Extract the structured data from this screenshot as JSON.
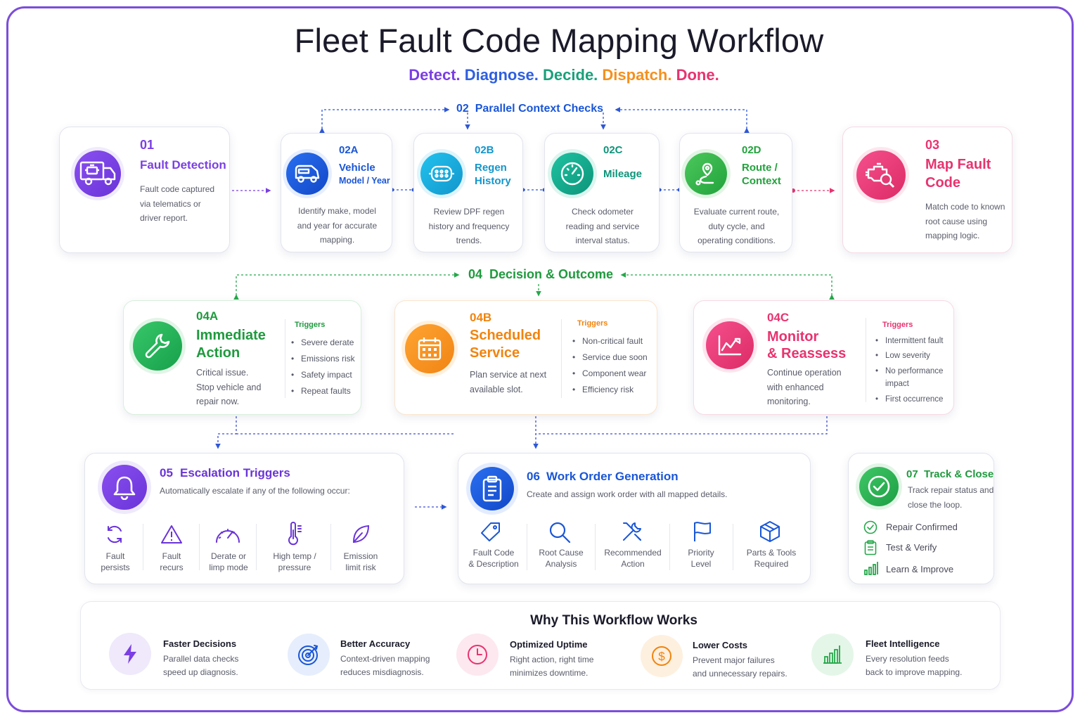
{
  "title": "Fleet Fault Code Mapping Workflow",
  "tagline": {
    "detect": "Detect.",
    "diagnose": "Diagnose.",
    "decide": "Decide.",
    "dispatch": "Dispatch.",
    "done": "Done."
  },
  "colors": {
    "frame": "#7c4ddb",
    "purple": "#7b3fe4",
    "blue": "#1a56d6",
    "cyan": "#16a4d8",
    "teal": "#12a38a",
    "green": "#25a84a",
    "orange": "#f5901e",
    "pink": "#e8336f"
  },
  "step01": {
    "num": "01",
    "title": "Fault Detection",
    "desc": [
      "Fault code captured",
      "via telematics or",
      "driver report."
    ],
    "icon": "truck-engine-icon"
  },
  "parallel": {
    "label": "02  Parallel Context Checks"
  },
  "step02a": {
    "num": "02A",
    "title1": "Vehicle",
    "title2": "Model / Year",
    "desc": [
      "Identify make, model",
      "and year for accurate",
      "mapping."
    ],
    "icon": "vehicle-icon"
  },
  "step02b": {
    "num": "02B",
    "title1": "Regen",
    "title2": "History",
    "desc": [
      "Review DPF regen",
      "history and frequency",
      "trends."
    ],
    "icon": "dpf-filter-icon"
  },
  "step02c": {
    "num": "02C",
    "title": "Mileage",
    "desc": [
      "Check odometer",
      "reading and service",
      "interval status."
    ],
    "icon": "gauge-icon"
  },
  "step02d": {
    "num": "02D",
    "title1": "Route /",
    "title2": "Context",
    "desc": [
      "Evaluate current route,",
      "duty cycle, and",
      "operating conditions."
    ],
    "icon": "route-pin-icon"
  },
  "step03": {
    "num": "03",
    "title1": "Map Fault",
    "title2": "Code",
    "desc": [
      "Match code to known",
      "root cause using",
      "mapping logic."
    ],
    "icon": "engine-search-icon"
  },
  "decision": {
    "label": "04  Decision & Outcome"
  },
  "step04a": {
    "num": "04A",
    "title1": "Immediate",
    "title2": "Action",
    "desc": [
      "Critical issue.",
      "Stop vehicle and",
      "repair now."
    ],
    "triggers_label": "Triggers",
    "triggers": [
      "Severe derate",
      "Emissions risk",
      "Safety impact",
      "Repeat faults"
    ],
    "icon": "wrench-icon"
  },
  "step04b": {
    "num": "04B",
    "title1": "Scheduled",
    "title2": "Service",
    "desc": [
      "Plan service at next",
      "available slot."
    ],
    "triggers_label": "Triggers",
    "triggers": [
      "Non-critical fault",
      "Service due soon",
      "Component wear",
      "Efficiency risk"
    ],
    "icon": "calendar-icon"
  },
  "step04c": {
    "num": "04C",
    "title1": "Monitor",
    "title2": "& Reassess",
    "desc": [
      "Continue operation",
      "with enhanced",
      "monitoring."
    ],
    "triggers_label": "Triggers",
    "triggers": [
      "Intermittent fault",
      "Low severity",
      "No performance",
      "impact",
      "First occurrence"
    ],
    "icon": "trend-chart-icon"
  },
  "step05": {
    "num": "05",
    "title": "Escalation Triggers",
    "desc": "Automatically escalate if any of the following occur:",
    "icon": "bell-icon",
    "items": [
      {
        "l1": "Fault",
        "l2": "persists",
        "icon": "refresh-icon"
      },
      {
        "l1": "Fault",
        "l2": "recurs",
        "icon": "warning-icon"
      },
      {
        "l1": "Derate or",
        "l2": "limp mode",
        "icon": "speedometer-icon"
      },
      {
        "l1": "High temp /",
        "l2": "pressure",
        "icon": "thermometer-icon"
      },
      {
        "l1": "Emission",
        "l2": "limit risk",
        "icon": "leaf-icon"
      }
    ]
  },
  "step06": {
    "num": "06",
    "title": "Work Order Generation",
    "desc": "Create and assign work order with all mapped details.",
    "icon": "clipboard-icon",
    "items": [
      {
        "l1": "Fault Code",
        "l2": "& Description",
        "icon": "tag-icon"
      },
      {
        "l1": "Root Cause",
        "l2": "Analysis",
        "icon": "magnifier-icon"
      },
      {
        "l1": "Recommended",
        "l2": "Action",
        "icon": "tools-icon"
      },
      {
        "l1": "Priority",
        "l2": "Level",
        "icon": "flag-icon"
      },
      {
        "l1": "Parts & Tools",
        "l2": "Required",
        "icon": "cube-icon"
      }
    ]
  },
  "step07": {
    "num": "07",
    "title": "Track & Close",
    "desc": [
      "Track repair status and",
      "close the loop."
    ],
    "icon": "check-circle-icon",
    "items": [
      {
        "label": "Repair Confirmed",
        "icon": "check-icon"
      },
      {
        "label": "Test & Verify",
        "icon": "checklist-icon"
      },
      {
        "label": "Learn & Improve",
        "icon": "bar-chart-icon"
      }
    ]
  },
  "why": {
    "title": "Why This Workflow Works",
    "items": [
      {
        "title": "Faster Decisions",
        "d1": "Parallel data checks",
        "d2": "speed up diagnosis.",
        "icon": "lightning-icon"
      },
      {
        "title": "Better Accuracy",
        "d1": "Context-driven mapping",
        "d2": "reduces misdiagnosis.",
        "icon": "target-icon"
      },
      {
        "title": "Optimized Uptime",
        "d1": "Right action, right time",
        "d2": "minimizes downtime.",
        "icon": "clock-icon"
      },
      {
        "title": "Lower Costs",
        "d1": "Prevent major failures",
        "d2": "and unnecessary repairs.",
        "icon": "dollar-icon"
      },
      {
        "title": "Fleet Intelligence",
        "d1": "Every resolution feeds",
        "d2": "back to improve mapping.",
        "icon": "growth-chart-icon"
      }
    ]
  }
}
